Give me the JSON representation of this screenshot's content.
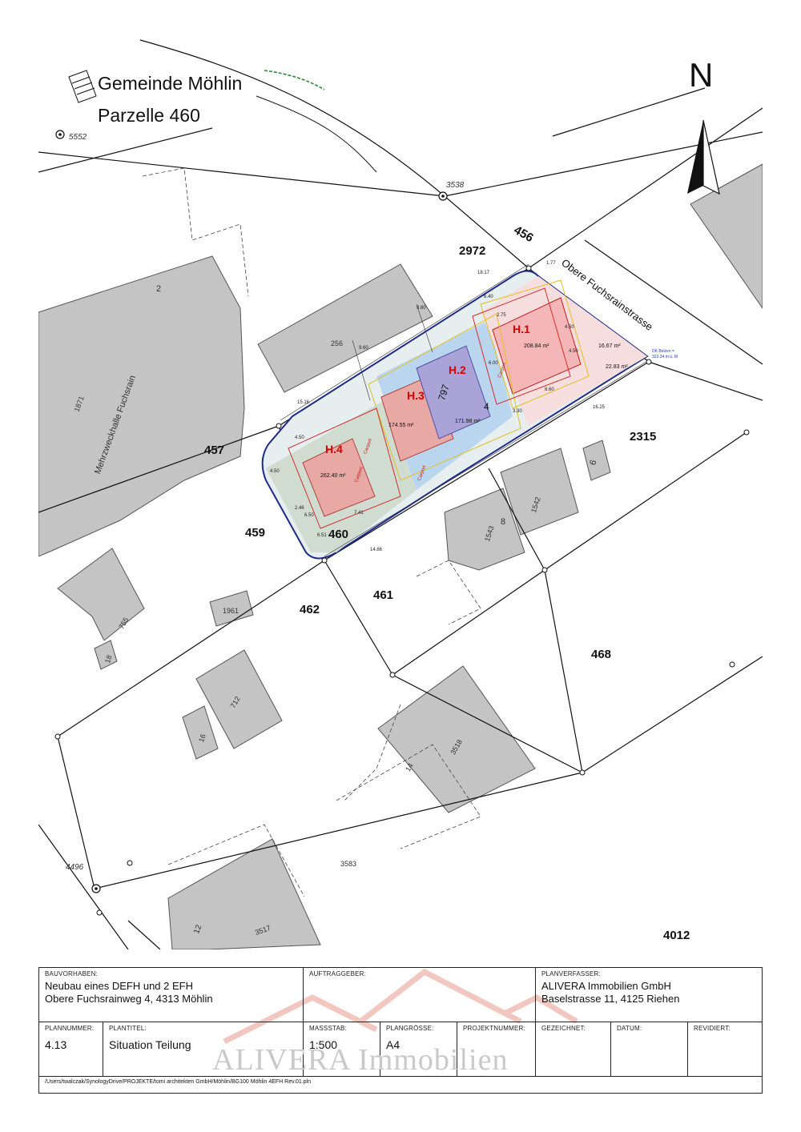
{
  "map": {
    "title_line1": "Gemeinde Möhlin",
    "title_line2": "Parzelle 460",
    "north": "N",
    "street": "Obere Fuchsrainstrasse",
    "building_label": "Mehrzweckhalle Fuchsrain",
    "parcels": [
      "2972",
      "456",
      "457",
      "459",
      "460",
      "462",
      "461",
      "468",
      "2315",
      "4012"
    ],
    "points": [
      "5552",
      "3538",
      "4496"
    ],
    "buildings": [
      "2",
      "1871",
      "256",
      "6",
      "8",
      "1542",
      "1543",
      "755",
      "18",
      "1961",
      "712",
      "16",
      "3518",
      "14",
      "3583",
      "3517",
      "12"
    ],
    "houses": [
      {
        "id": "H.1",
        "area": "208.84 m²"
      },
      {
        "id": "H.2",
        "area": "171.98 m²"
      },
      {
        "id": "H.3",
        "area": "174.55 m²"
      },
      {
        "id": "H.4",
        "area": "262.40 m²"
      }
    ],
    "small_areas": [
      "16.67 m²",
      "22.83 m²"
    ],
    "dk_note_1": "DK Bolzen =",
    "dk_note_2": "323.34 m ü. M",
    "garage_labels": [
      "Carport",
      "Carport",
      "Carport",
      "Carport"
    ],
    "dimensions": [
      "18.17",
      "15.16",
      "16.25",
      "14.86",
      "9.60",
      "6.40",
      "4.50",
      "8.60",
      "6.00",
      "4.50",
      "7.41",
      "4.50",
      "2.46",
      "6.51",
      "2.75",
      "1.77",
      "3.30",
      "9.80",
      "4.50",
      "6.50"
    ]
  },
  "title_block": {
    "bauvorhaben_label": "BAUVORHABEN:",
    "bauvorhaben_1": "Neubau eines DEFH und 2 EFH",
    "bauvorhaben_2": "Obere Fuchsrainweg 4, 4313 Möhlin",
    "auftraggeber_label": "AUFTRAGGEBER:",
    "planverfasser_label": "PLANVERFASSER:",
    "planverfasser_1": "ALIVERA Immobilien GmbH",
    "planverfasser_2": "Baselstrasse 11, 4125 Riehen",
    "plannummer_label": "PLANNUMMER:",
    "plannummer": "4.13",
    "plantitel_label": "PLANTITEL:",
    "plantitel": "Situation Teilung",
    "massstab_label": "MASSSTAB:",
    "massstab": "1:500",
    "plangroesse_label": "PLANGRÖSSE:",
    "plangroesse": "A4",
    "projektnummer_label": "PROJEKTNUMMER:",
    "gezeichnet_label": "GEZEICHNET:",
    "datum_label": "DATUM:",
    "revidiert_label": "REVIDIERT:",
    "file_path": "/Users/twalczak/SynologyDrive/PROJEKTE/tomi architekten GmbH/Möhlin/BG100 Möhlin 4EFH Rev.01.pln",
    "watermark": "ALIVERA Immobilien"
  }
}
